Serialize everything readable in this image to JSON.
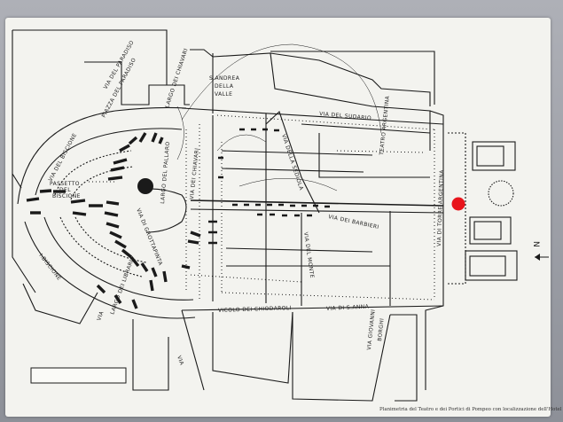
{
  "labels": {
    "sant_andrea_1": "S.ANDREA",
    "sant_andrea_2": "DELLA",
    "sant_andrea_3": "VALLE",
    "via_del_sudario": "VIA   DEL   SUDARIO",
    "largo_chiavari": "LARGO DEI CHIAVARI",
    "via_paradiso": "VIA DEL PARADISO",
    "piazza_paradiso": "PIAZZA DEL PARADISO",
    "via_biscione": "VIA DEL BISCIONE",
    "passetto_1": "PASSETTO",
    "passetto_2": "DEL",
    "passetto_3": "BISCIONE",
    "largo_pallaro": "LARGO DEL PALLARO",
    "via_grottapinta": "VIA DI GROTTAPINTA",
    "via_chiavari": "VIA DEI CHIAVARI",
    "via_sediari": "VIA DELLA SEDIOLA",
    "via_barbieri": "VIA   DEI   BARBIERI",
    "teatro_argentina": "TEATRO ARGENTINA",
    "via_torre_argentina": "VIA DI TORRE ARGENTINA",
    "via_del_monte": "VIA DEL MONTE",
    "vicolo_chiodaroli": "VICOLO DEI CHIODAROLI",
    "via_sant_anna": "VIA DI S.ANNA",
    "largo_librari": "LARGO DEI LIBRARI",
    "via_giubbonari": "VIA",
    "via_giovanni": "VIA GIOVANNI",
    "borghi": "BORGHI",
    "via_bottom": "VIA",
    "inbiscione": "I.BISCIONE",
    "north": "N",
    "caption": "Planimetria del Teatro e dei Portici di Pompeo con localizzazione dell'Hotel"
  },
  "colors": {
    "line": "#1a1a1a",
    "wall": "#1a1a1a",
    "hotel_marker": "#e8141b",
    "panel": "#f3f3ef"
  },
  "markers": {
    "hotel": {
      "shape": "circle",
      "color": "red"
    },
    "theatre_center": {
      "shape": "circle",
      "color": "black"
    }
  },
  "icons": [
    "north-arrow-icon"
  ]
}
